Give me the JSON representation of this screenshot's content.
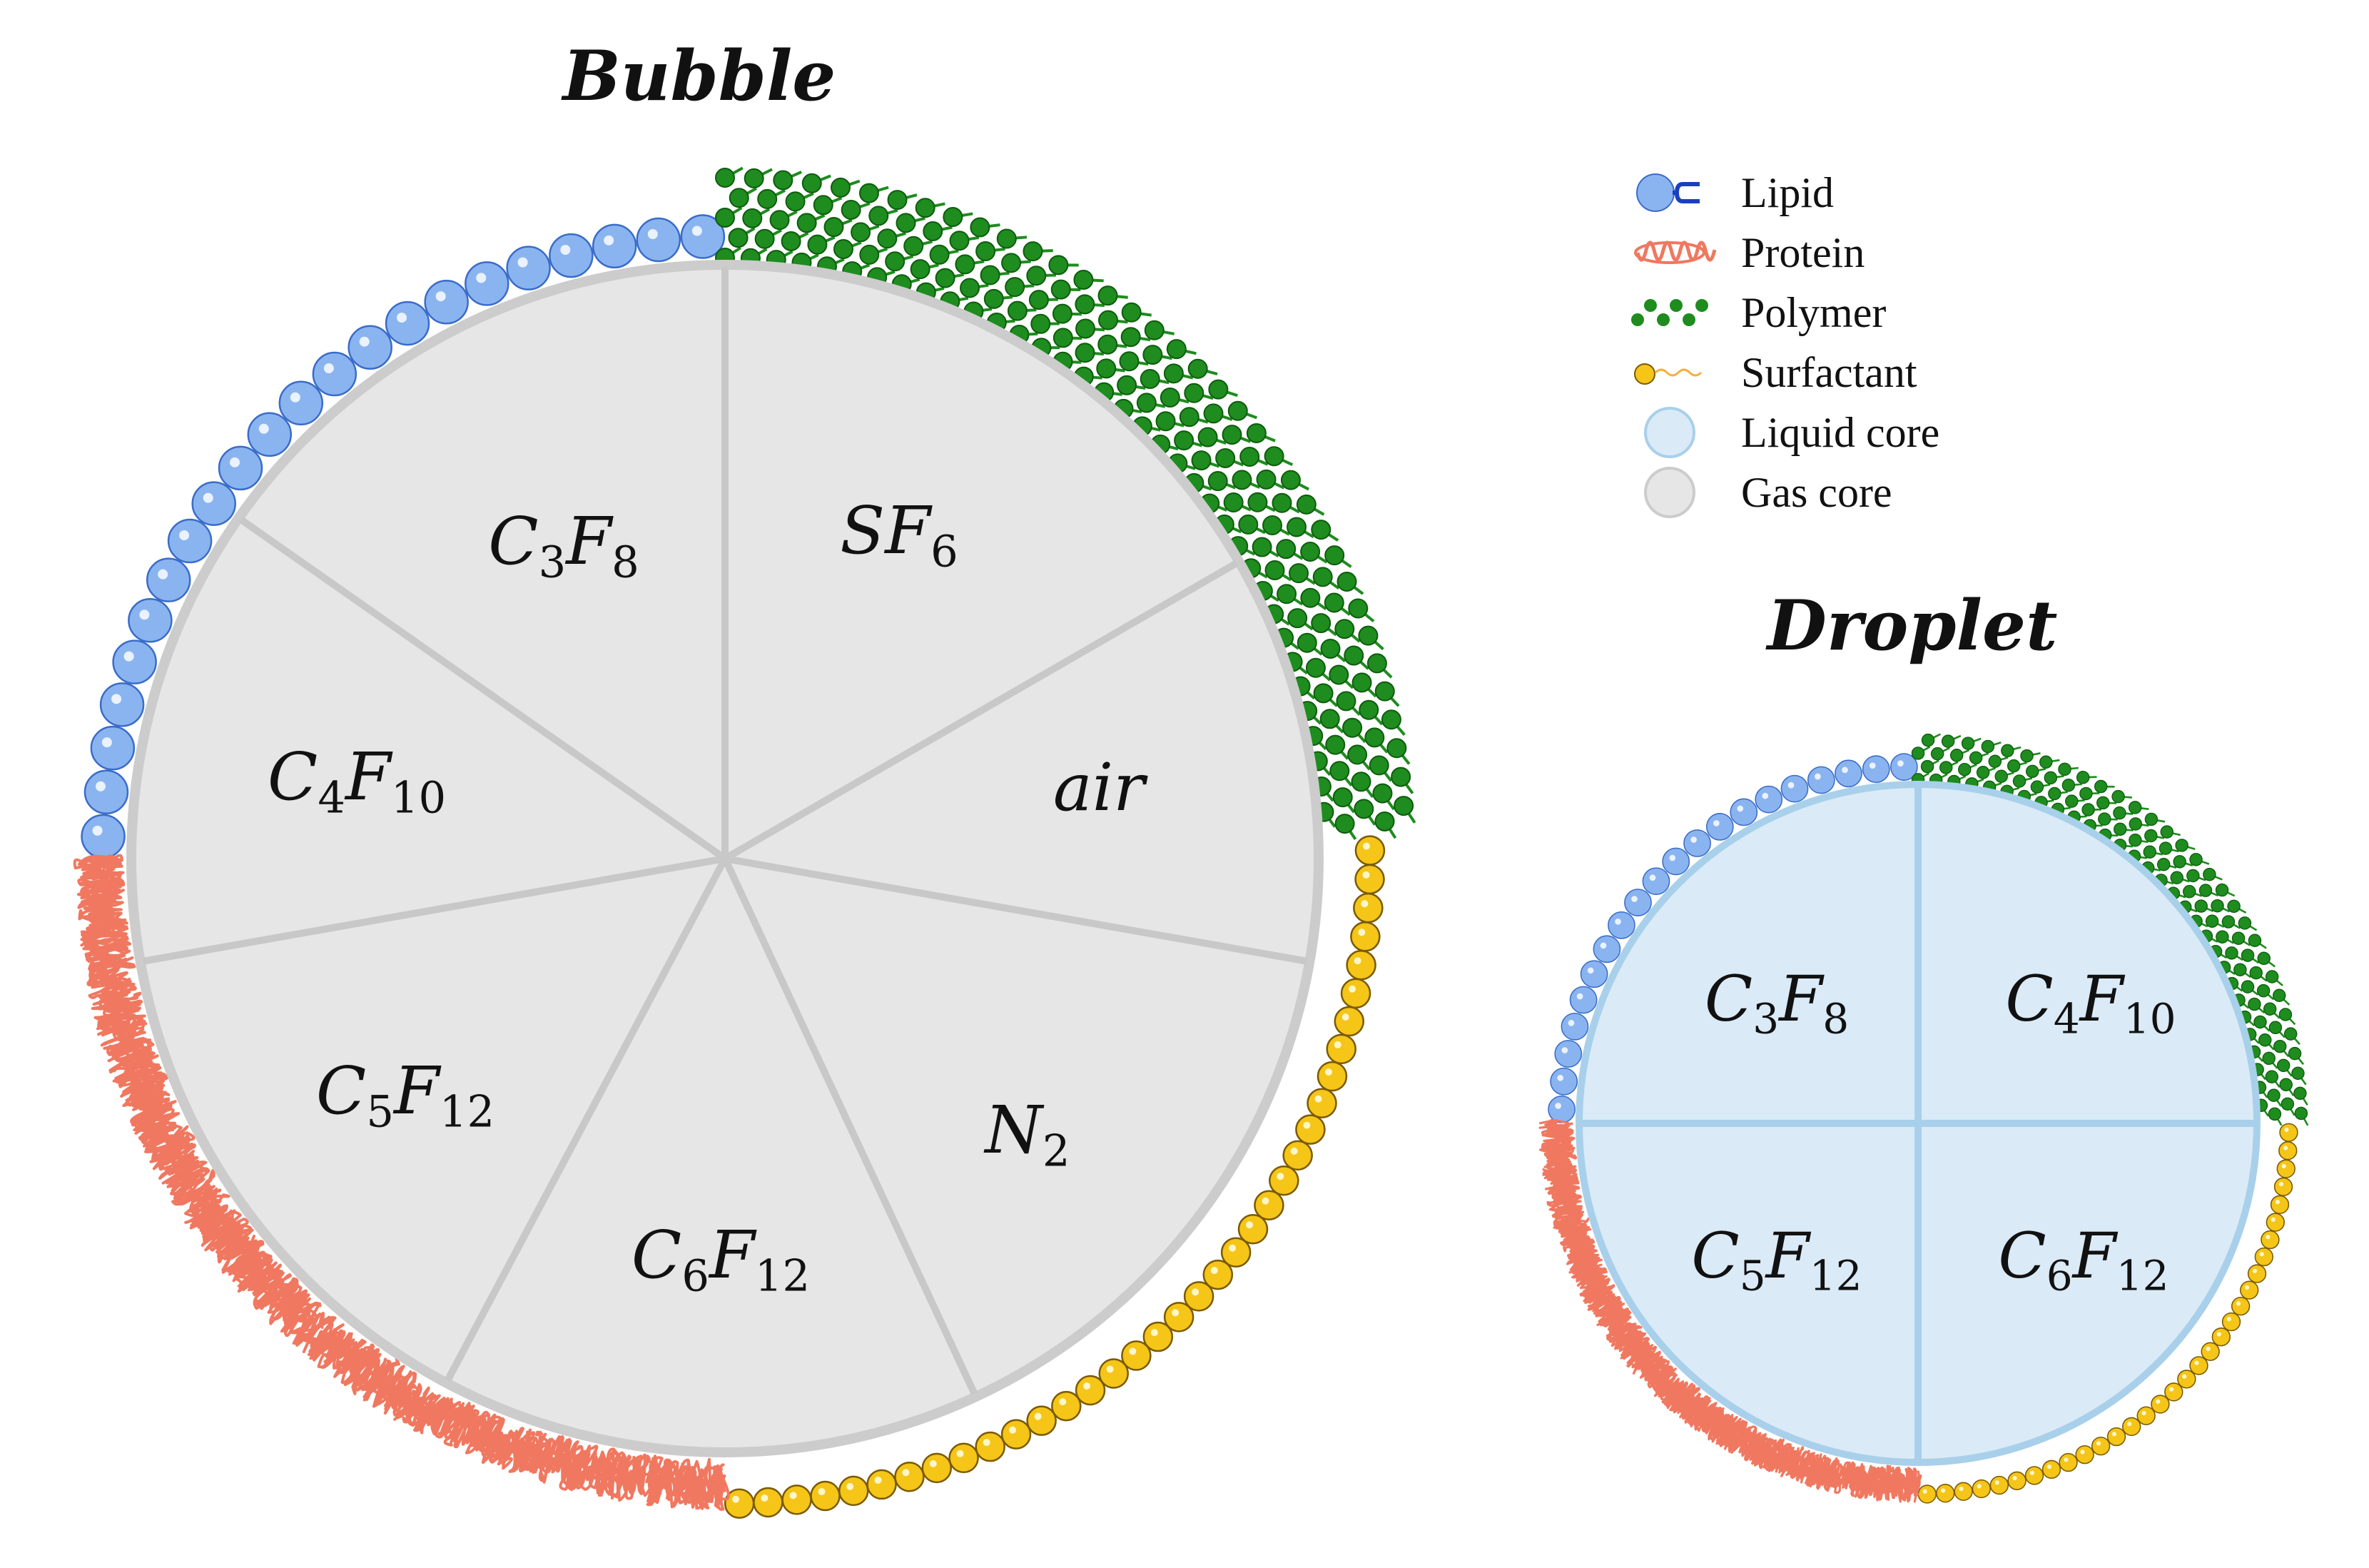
{
  "bubble": {
    "title": "Bubble",
    "sectors": [
      {
        "main": "C",
        "s1": "3",
        "mid": "F",
        "s2": "8"
      },
      {
        "main": "SF",
        "s1": "6",
        "mid": "",
        "s2": ""
      },
      {
        "main": "air",
        "s1": "",
        "mid": "",
        "s2": ""
      },
      {
        "main": "N",
        "s1": "2",
        "mid": "",
        "s2": ""
      },
      {
        "main": "C",
        "s1": "6",
        "mid": "F",
        "s2": "12"
      },
      {
        "main": "C",
        "s1": "5",
        "mid": "F",
        "s2": "12"
      },
      {
        "main": "C",
        "s1": "4",
        "mid": "F",
        "s2": "10"
      }
    ]
  },
  "droplet": {
    "title": "Droplet",
    "quadrants": [
      {
        "main": "C",
        "s1": "3",
        "mid": "F",
        "s2": "8"
      },
      {
        "main": "C",
        "s1": "4",
        "mid": "F",
        "s2": "10"
      },
      {
        "main": "C",
        "s1": "5",
        "mid": "F",
        "s2": "12"
      },
      {
        "main": "C",
        "s1": "6",
        "mid": "F",
        "s2": "12"
      }
    ]
  },
  "legend": {
    "items": [
      {
        "label": "Lipid",
        "icon": "lipid-icon"
      },
      {
        "label": "Protein",
        "icon": "protein-icon"
      },
      {
        "label": "Polymer",
        "icon": "polymer-icon"
      },
      {
        "label": "Surfactant",
        "icon": "surfactant-icon"
      },
      {
        "label": "Liquid core",
        "icon": "liquid-core-icon"
      },
      {
        "label": "Gas core",
        "icon": "gas-core-icon"
      }
    ]
  },
  "colors": {
    "lipid_head": "#8ab4f0",
    "lipid_tail": "#1a3fc0",
    "protein": "#f07860",
    "polymer": "#1e8c1e",
    "surfactant_head": "#f5c518",
    "surfactant_tail": "#f5b040",
    "gas_core": "#e6e6e6",
    "gas_core_line": "#cccccc",
    "liquid_core": "#daeaf7",
    "liquid_core_line": "#a9d0ea"
  }
}
